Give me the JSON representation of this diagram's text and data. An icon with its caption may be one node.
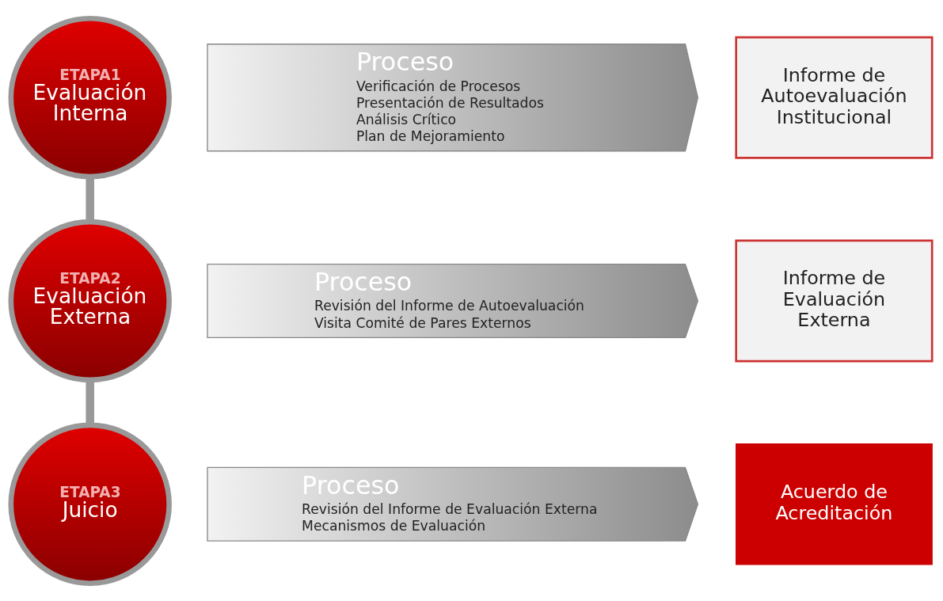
{
  "diagram": {
    "nodes": [
      {
        "text": [
          "ETAPA1",
          "Evaluación Interna"
        ]
      },
      {
        "text": [
          "Proceso",
          "Verificación de Procesos",
          "Presentación de Resultados",
          "Análisis Crítico",
          "Plan de Mejoramiento"
        ]
      },
      {
        "text": [
          "Informe de Autoevaluación Institucional"
        ]
      },
      {
        "text": [
          "ETAPA2",
          "Evaluación Externa"
        ]
      },
      {
        "text": [
          "Proceso",
          "Revisión del Informe de Autoevaluación",
          "Visita Comité de Pares Externos"
        ]
      },
      {
        "text": [
          "Informe de Evaluación Externa"
        ]
      },
      {
        "text": [
          "ETAPA3",
          "Juicio"
        ]
      },
      {
        "text": [
          "Proceso",
          "Revisión del Informe de Evaluación Externa",
          "Mecanismos de Evaluación"
        ]
      },
      {
        "text": [
          "Acuerdo de Acreditación"
        ]
      }
    ],
    "edges": [
      {
        "from": 0,
        "to": 3,
        "arrow": "none"
      },
      {
        "from": 3,
        "to": 6,
        "arrow": "none"
      }
    ]
  }
}
